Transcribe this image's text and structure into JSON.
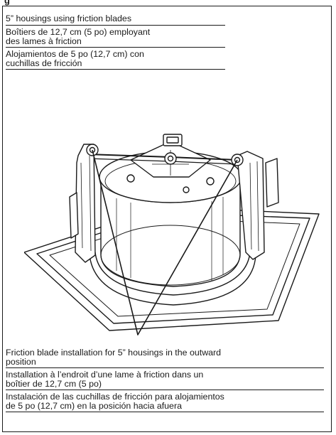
{
  "figure": {
    "label": "g"
  },
  "top_captions": {
    "en": "5” housings using friction blades",
    "fr": "Boîtiers de 12,7 cm (5 po) employant\ndes lames à friction",
    "es": "Alojamientos de 5 po (12,7 cm) con\ncuchillas de fricción"
  },
  "bottom_captions": {
    "en": "Friction blade installation for 5” housings in the outward\nposition",
    "fr": "Installation à l’endroit d’une lame à friction dans un\nboîtier de 12,7 cm (5 po)",
    "es": "Instalación de las cuchillas de fricción para alojamientos\nde 5 po (12,7 cm) en la posición hacia afuera"
  },
  "colors": {
    "ink": "#1a1a1a",
    "paper": "#ffffff"
  }
}
